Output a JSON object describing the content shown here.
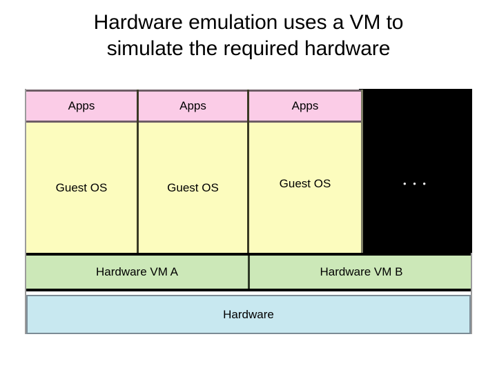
{
  "slide": {
    "title_line1": "Hardware emulation uses a VM to",
    "title_line2": "simulate the required hardware"
  },
  "diagram": {
    "vm_columns": [
      {
        "apps_label": "Apps",
        "guest_label": "Guest OS"
      },
      {
        "apps_label": "Apps",
        "guest_label": "Guest OS"
      },
      {
        "apps_label": "Apps",
        "guest_label": "Guest OS"
      }
    ],
    "more_vms_label": "• • •",
    "hardware_vms": [
      {
        "label": "Hardware VM A"
      },
      {
        "label": "Hardware VM B"
      }
    ],
    "hardware_base": {
      "label": "Hardware"
    },
    "colors": {
      "apps_fill": "#FBCCE7",
      "guest_fill": "#FCFCBE",
      "hardware_vm_fill": "#CCE8B8",
      "hardware_fill": "#C8E8F0",
      "more_vms_fill": "#000000",
      "text": "#000000"
    }
  }
}
